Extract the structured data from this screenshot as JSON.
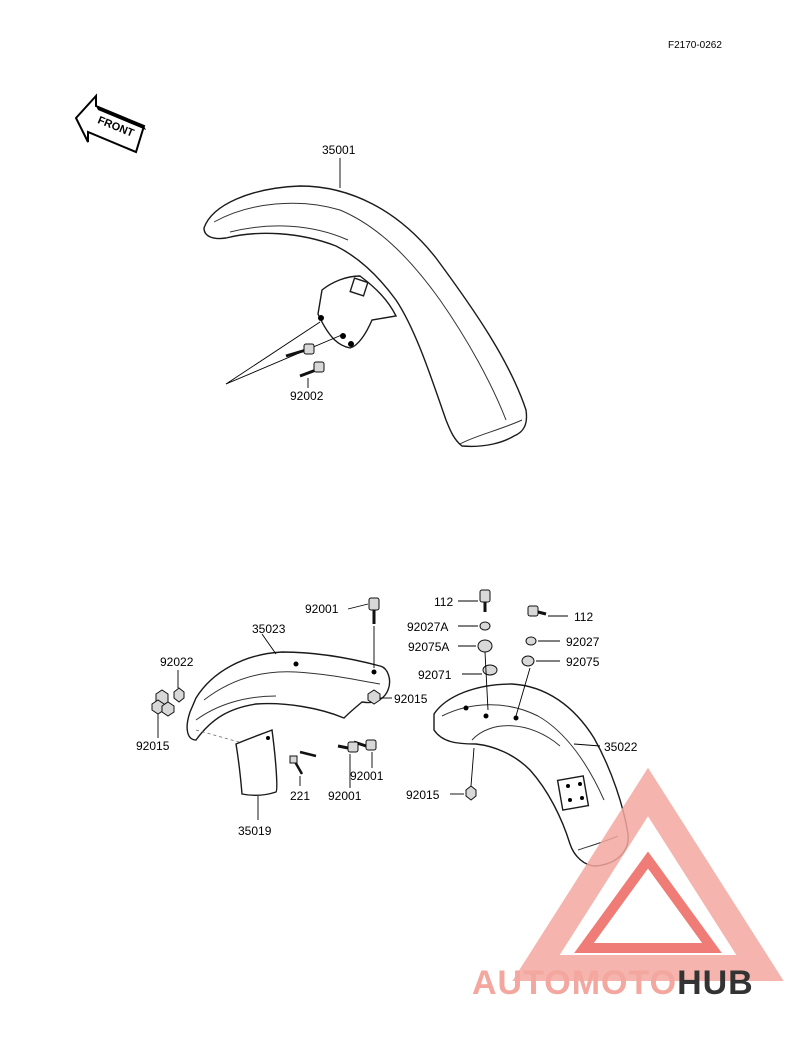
{
  "diagram": {
    "code": "F2170-0262",
    "front_label": "FRONT",
    "callouts": {
      "p35001": "35001",
      "p92002": "92002",
      "p92001_top": "92001",
      "p35023": "35023",
      "p92022": "92022",
      "p92015_left": "92015",
      "p92015_mid": "92015",
      "p35019": "35019",
      "p221": "221",
      "p92001_a": "92001",
      "p92001_b": "92001",
      "p112_left": "112",
      "p112_right": "112",
      "p92027A": "92027A",
      "p92027": "92027",
      "p92075A": "92075A",
      "p92075": "92075",
      "p92071": "92071",
      "p35022": "35022",
      "p92015_right": "92015"
    }
  },
  "watermark": {
    "part1": "AUTOMOTO",
    "part2": "HUB",
    "color_main": "#f3a79f",
    "color_accent": "#e8453c",
    "color_dark": "#333333"
  }
}
